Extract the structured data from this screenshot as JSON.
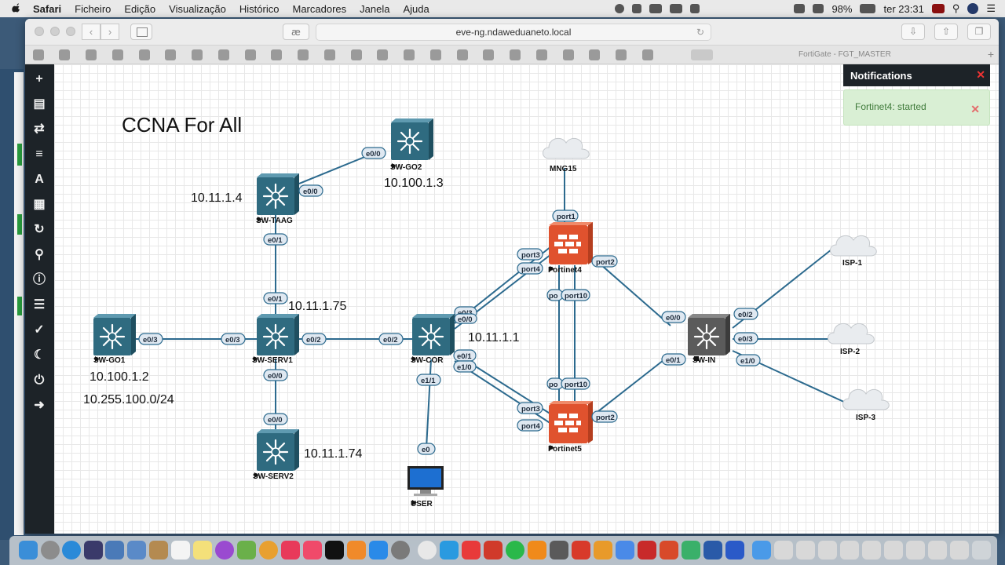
{
  "menubar": {
    "app": "Safari",
    "items": [
      "Ficheiro",
      "Edição",
      "Visualização",
      "Histórico",
      "Marcadores",
      "Janela",
      "Ajuda"
    ],
    "battery": "98%",
    "clock": "ter 23:31"
  },
  "browser": {
    "url": "eve-ng.ndaweduaneto.local",
    "tab_title": "FortiGate - FGT_MASTER"
  },
  "lab": {
    "title": "CCNA For All",
    "ip_labels": {
      "sw_taag": "10.11.1.4",
      "sw_go2": "10.100.1.3",
      "sw_serv1": "10.11.1.75",
      "sw_core": "10.11.1.1",
      "sw_go1_a": "10.100.1.2",
      "sw_go1_b": "10.255.100.0/24",
      "sw_serv2": "10.11.1.74"
    },
    "nodes": {
      "sw_go2": "SW-GO2",
      "sw_taag": "SW-TAAG",
      "sw_go1": "SW-GO1",
      "sw_serv1": "SW-SERV1",
      "sw_serv2": "SW-SERV2",
      "sw_core": "SW-COR",
      "user": "USER",
      "mng15": "MNG15",
      "fortinet4": "Fortinet4",
      "fortinet5": "Fortinet5",
      "sw_in": "SW-IN",
      "isp1": "ISP-1",
      "isp2": "ISP-2",
      "isp3": "ISP-3"
    },
    "ports": {
      "go2_e00": "e0/0",
      "taag_e00": "e0/0",
      "taag_e01": "e0/1",
      "serv1_e01": "e0/1",
      "go1_e03": "e0/3",
      "serv1_e03": "e0/3",
      "serv1_e02": "e0/2",
      "core_e02": "e0/2",
      "serv1_e00": "e0/0",
      "serv2_e00": "e0/0",
      "core_e03": "e0/3",
      "core_e00": "e0/0",
      "core_e01": "e0/1",
      "core_e10": "e1/0",
      "core_e11": "e1/1",
      "user_e0": "e0",
      "f4_port1": "port1",
      "f4_port3": "port3",
      "f4_port4": "port4",
      "f4_port2": "port2",
      "f4_po": "po",
      "f4_port10": "port10",
      "f5_po": "po",
      "f5_port10": "port10",
      "f5_port3": "port3",
      "f5_port4": "port4",
      "f5_port2": "port2",
      "in_e00": "e0/0",
      "in_e01": "e0/1",
      "in_e02": "e0/2",
      "in_e03": "e0/3",
      "in_e10": "e1/0"
    }
  },
  "notifications": {
    "header": "Notifications",
    "message": "Fortinet4: started"
  },
  "colors": {
    "link": "#2c6a8e",
    "switch": "#2f6b80",
    "firewall": "#e0522e",
    "toolbar": "#1d2328"
  }
}
